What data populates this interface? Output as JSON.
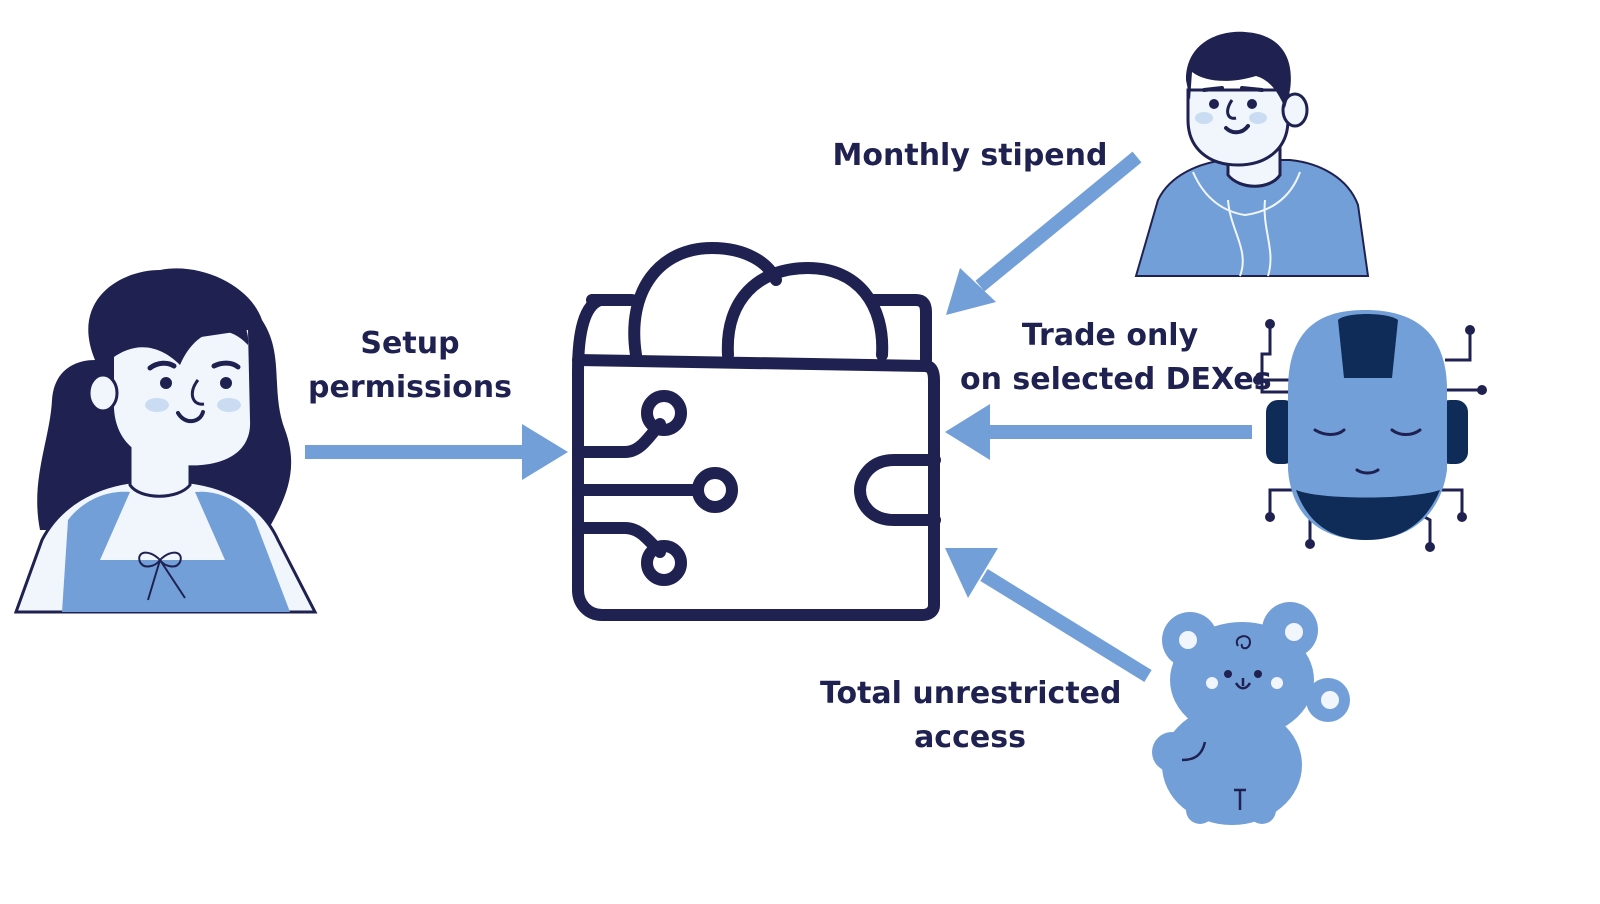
{
  "colors": {
    "navy": "#1f2150",
    "blue": "#739fd9",
    "skin": "#f1f6fd",
    "blush": "#c9dcf2",
    "robot_dark": "#0e2c57",
    "robot_face": "#5f8fd0"
  },
  "diagram": {
    "center": {
      "icon": "crypto-wallet-icon"
    },
    "actors": [
      {
        "id": "owner",
        "icon": "woman-avatar-icon"
      },
      {
        "id": "person",
        "icon": "young-man-avatar-icon"
      },
      {
        "id": "agent",
        "icon": "robot-head-icon"
      },
      {
        "id": "toy",
        "icon": "teddy-bear-icon"
      }
    ],
    "labels": {
      "setup_line1": "Setup",
      "setup_line2": "permissions",
      "stipend": "Monthly stipend",
      "trade_line1": "Trade only",
      "trade_line2": "on selected DEXes",
      "total_line1": "Total unrestricted",
      "total_line2": "access"
    }
  }
}
